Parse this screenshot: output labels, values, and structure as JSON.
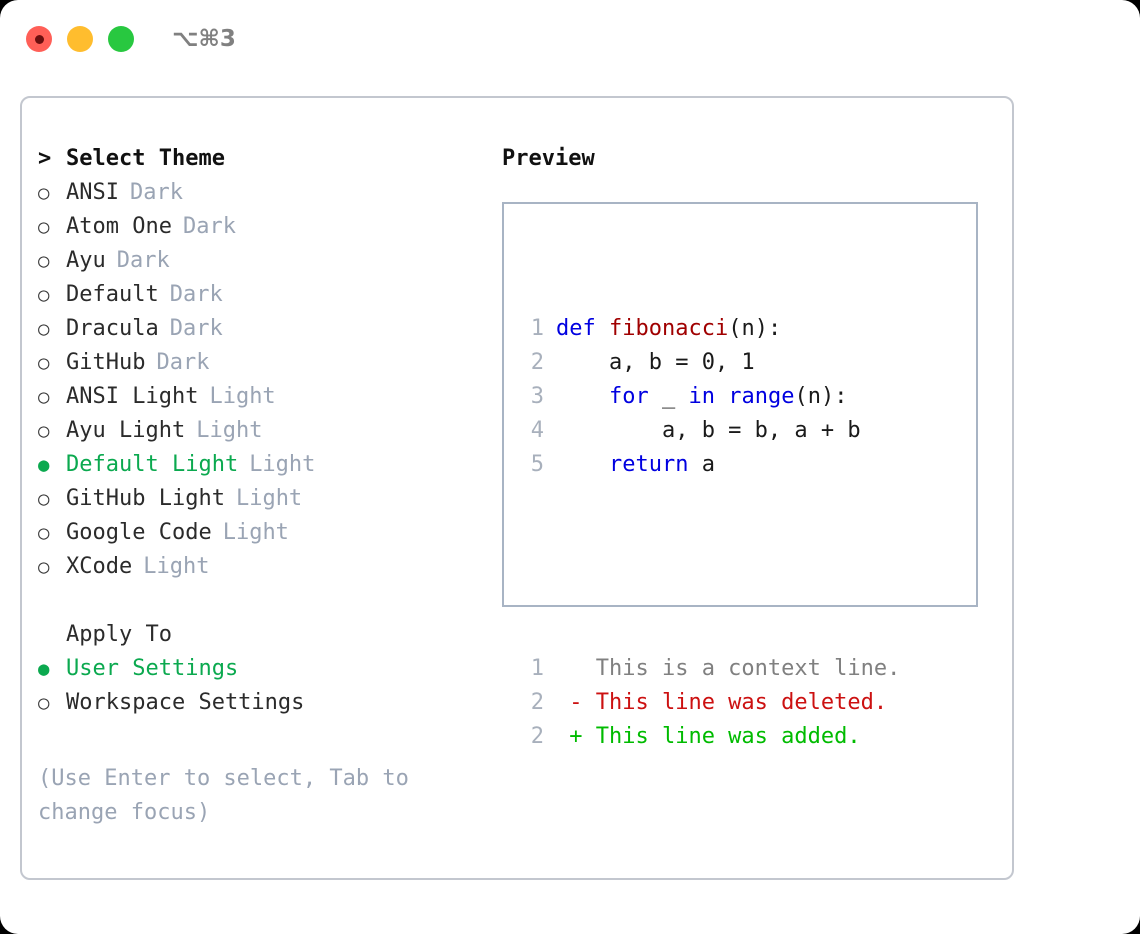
{
  "titlebar": {
    "shortcut": "⌥⌘3",
    "buttons": [
      "close",
      "minimize",
      "maximize"
    ],
    "colors": {
      "close": "#ff5f57",
      "minimize": "#ffbd2e",
      "maximize": "#28c840"
    }
  },
  "theme_picker": {
    "prompt_marker": ">",
    "heading": "Select Theme",
    "marker_unselected": "○",
    "marker_selected": "●",
    "accent_color": "#0ba94f",
    "items": [
      {
        "name": "ANSI",
        "tag": "Dark",
        "selected": false
      },
      {
        "name": "Atom One",
        "tag": "Dark",
        "selected": false
      },
      {
        "name": "Ayu",
        "tag": "Dark",
        "selected": false
      },
      {
        "name": "Default",
        "tag": "Dark",
        "selected": false
      },
      {
        "name": "Dracula",
        "tag": "Dark",
        "selected": false
      },
      {
        "name": "GitHub",
        "tag": "Dark",
        "selected": false
      },
      {
        "name": "ANSI Light",
        "tag": "Light",
        "selected": false
      },
      {
        "name": "Ayu Light",
        "tag": "Light",
        "selected": false
      },
      {
        "name": "Default Light",
        "tag": "Light",
        "selected": true
      },
      {
        "name": "GitHub Light",
        "tag": "Light",
        "selected": false
      },
      {
        "name": "Google Code",
        "tag": "Light",
        "selected": false
      },
      {
        "name": "XCode",
        "tag": "Light",
        "selected": false
      }
    ]
  },
  "apply_to": {
    "heading": "Apply To",
    "options": [
      {
        "name": "User Settings",
        "selected": true
      },
      {
        "name": "Workspace Settings",
        "selected": false
      }
    ]
  },
  "hint": "(Use Enter to select, Tab to change focus)",
  "preview": {
    "title": "Preview",
    "code_lines": [
      {
        "no": "1",
        "tokens": [
          {
            "t": "def ",
            "c": "kw"
          },
          {
            "t": "fibonacci",
            "c": "fn"
          },
          {
            "t": "(n):",
            "c": "plain"
          }
        ]
      },
      {
        "no": "2",
        "tokens": [
          {
            "t": "    a, b = 0, 1",
            "c": "plain"
          }
        ]
      },
      {
        "no": "3",
        "tokens": [
          {
            "t": "    ",
            "c": "plain"
          },
          {
            "t": "for",
            "c": "kw"
          },
          {
            "t": " _ ",
            "c": "plain"
          },
          {
            "t": "in",
            "c": "kw"
          },
          {
            "t": " ",
            "c": "plain"
          },
          {
            "t": "range",
            "c": "kw"
          },
          {
            "t": "(n):",
            "c": "plain"
          }
        ]
      },
      {
        "no": "4",
        "tokens": [
          {
            "t": "        a, b = b, a + b",
            "c": "plain"
          }
        ]
      },
      {
        "no": "5",
        "tokens": [
          {
            "t": "    ",
            "c": "plain"
          },
          {
            "t": "return",
            "c": "kw"
          },
          {
            "t": " a",
            "c": "plain"
          }
        ]
      }
    ],
    "diff_lines": [
      {
        "no": "1",
        "sign": " ",
        "text": "This is a context line.",
        "kind": "ctx"
      },
      {
        "no": "2",
        "sign": "-",
        "text": "This line was deleted.",
        "kind": "del"
      },
      {
        "no": "2",
        "sign": "+",
        "text": "This line was added.",
        "kind": "add"
      }
    ],
    "syntax_colors": {
      "keyword": "#0000e0",
      "function": "#a00000",
      "plain": "#1a1a1a",
      "line_number": "#a8b0bc",
      "context": "#808080",
      "deleted": "#cc1111",
      "added": "#00bb00"
    }
  }
}
